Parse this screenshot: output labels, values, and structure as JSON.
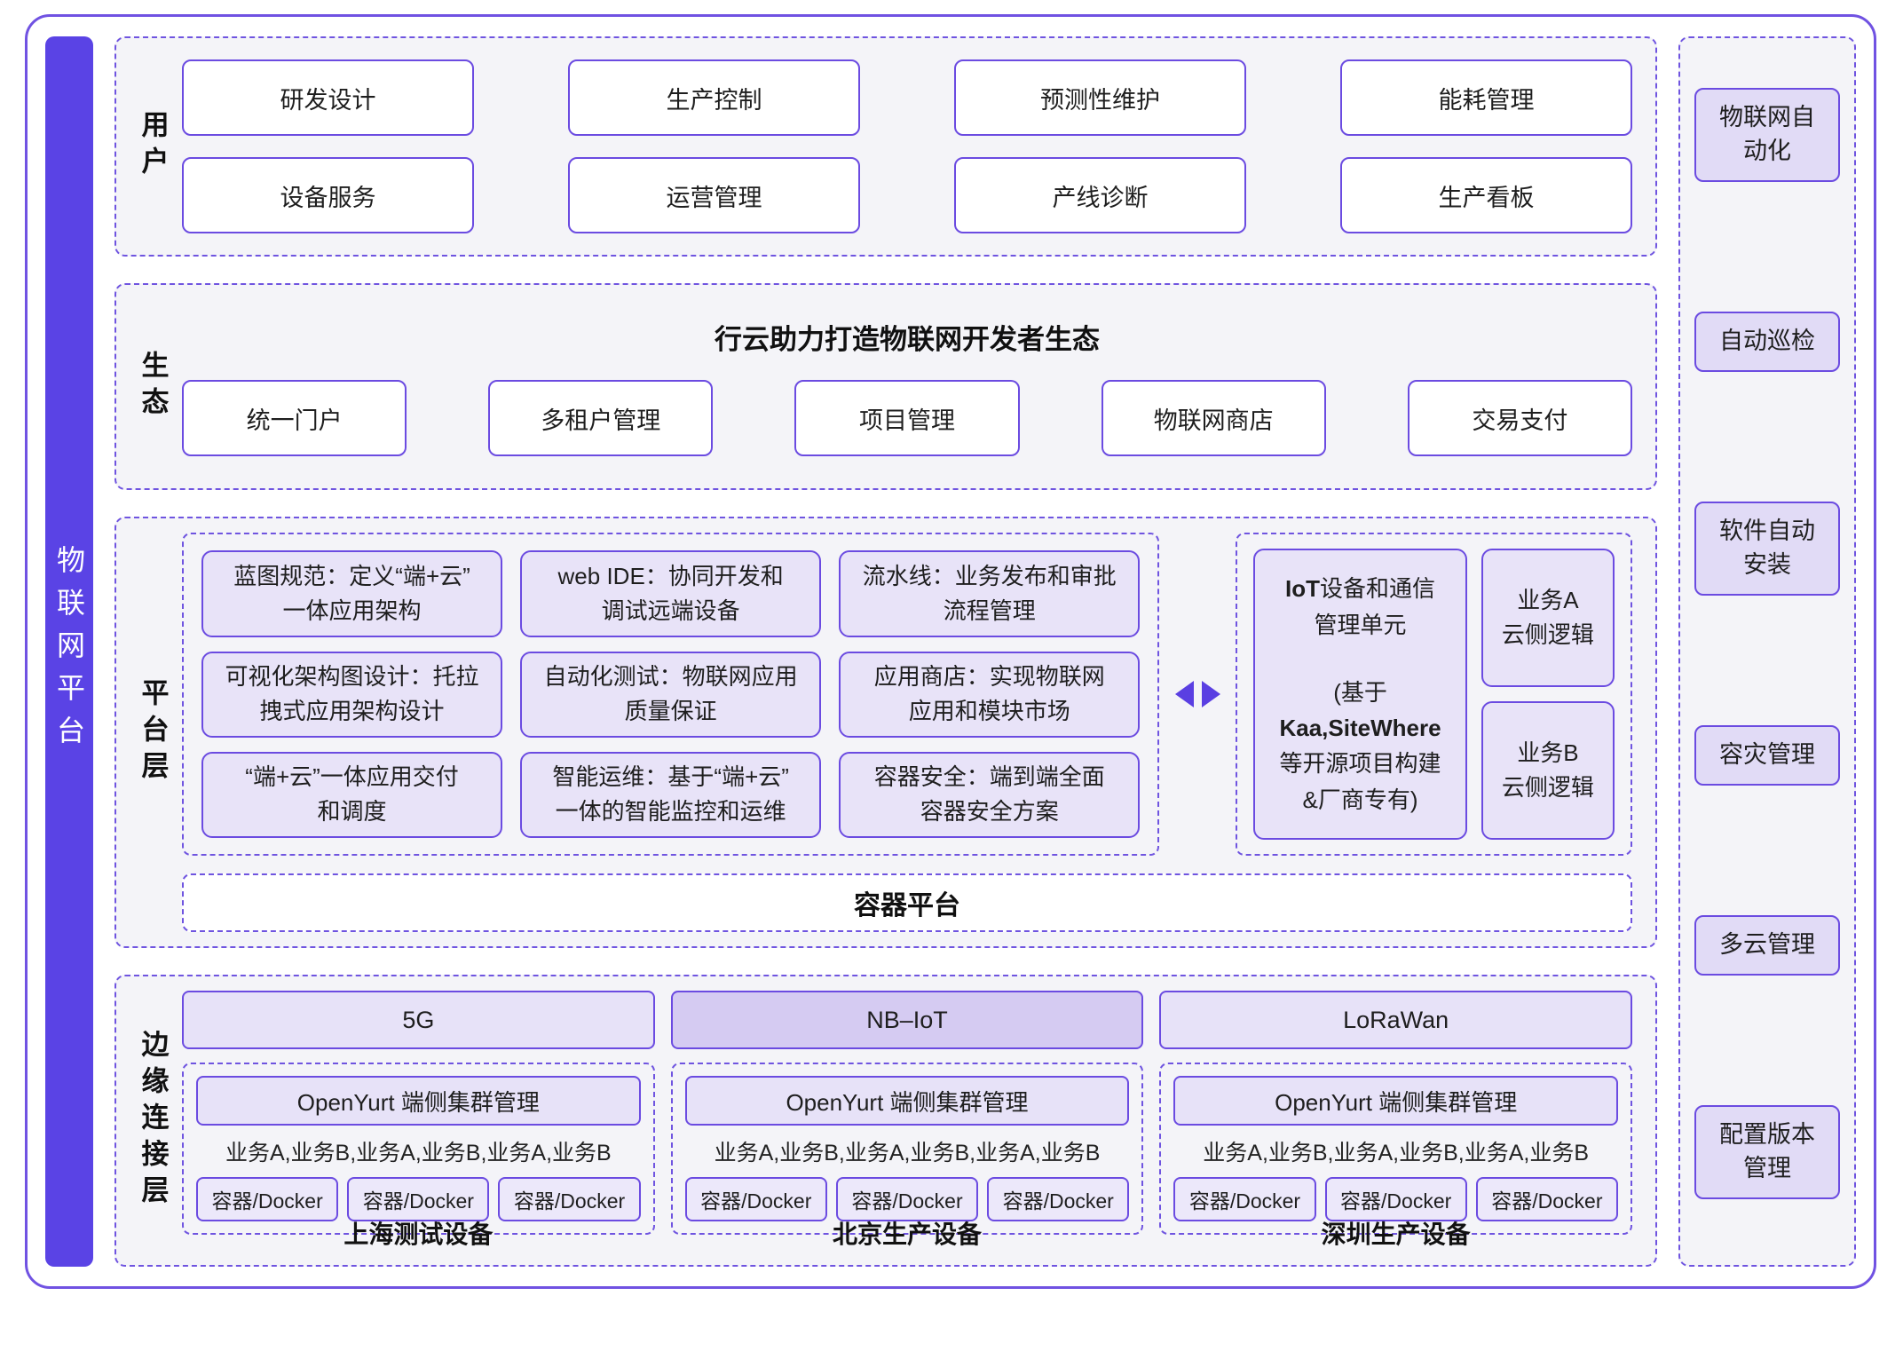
{
  "colors": {
    "accent_purple": "#6B4BE1",
    "sidebar_bg": "#5A43E5",
    "box_fill_light": "#E8E3F8",
    "box_fill_highlight": "#D5CBF2",
    "section_bg": "#F4F4F8",
    "rail_box_fill": "#E1DBF6"
  },
  "sidebar": {
    "title": "物联网平台"
  },
  "users": {
    "label": "用户",
    "boxes": [
      "研发设计",
      "生产控制",
      "预测性维护",
      "能耗管理",
      "设备服务",
      "运营管理",
      "产线诊断",
      "生产看板"
    ]
  },
  "ecosystem": {
    "label": "生态",
    "title": "行云助力打造物联网开发者生态",
    "boxes": [
      "统一门户",
      "多租户管理",
      "项目管理",
      "物联网商店",
      "交易支付"
    ]
  },
  "platform": {
    "label": "平台层",
    "capability_boxes": [
      "蓝图规范：定义“端+云”\n一体应用架构",
      "web IDE：协同开发和\n调试远端设备",
      "流水线：业务发布和审批\n流程管理",
      "可视化架构图设计：托拉\n拽式应用架构设计",
      "自动化测试：物联网应用\n质量保证",
      "应用商店：实现物联网\n应用和模块市场",
      "“端+云”一体应用交付\n和调度",
      "智能运维：基于“端+云”\n一体的智能监控和运维",
      "容器安全：端到端全面\n容器安全方案"
    ],
    "iot_unit": {
      "name_bold": "IoT",
      "name_rest": "设备和通信",
      "name_line2": "管理单元",
      "detail_open": "(基于",
      "detail_bold": "Kaa,SiteWhere",
      "detail_line2": "等开源项目构建",
      "detail_line3": "&厂商专有)"
    },
    "cloud_logic_boxes": [
      "业务A\n云侧逻辑",
      "业务B\n云侧逻辑"
    ],
    "container_platform": "容器平台"
  },
  "edge": {
    "label": "边缘连接层",
    "connectivity": [
      "5G",
      "NB–IoT",
      "LoRaWan"
    ],
    "highlighted_connectivity": "NB–IoT",
    "groups": [
      {
        "cluster": "OpenYurt 端侧集群管理",
        "services": "业务A,业务B,业务A,业务B,业务A,业务B",
        "containers": [
          "容器/Docker",
          "容器/Docker",
          "容器/Docker"
        ],
        "device_label": "上海测试设备"
      },
      {
        "cluster": "OpenYurt 端侧集群管理",
        "services": "业务A,业务B,业务A,业务B,业务A,业务B",
        "containers": [
          "容器/Docker",
          "容器/Docker",
          "容器/Docker"
        ],
        "device_label": "北京生产设备"
      },
      {
        "cluster": "OpenYurt 端侧集群管理",
        "services": "业务A,业务B,业务A,业务B,业务A,业务B",
        "containers": [
          "容器/Docker",
          "容器/Docker",
          "容器/Docker"
        ],
        "device_label": "深圳生产设备"
      }
    ]
  },
  "right_rail": {
    "items": [
      "物联网自\n动化",
      "自动巡检",
      "软件自动\n安装",
      "容灾管理",
      "多云管理",
      "配置版本\n管理"
    ]
  }
}
